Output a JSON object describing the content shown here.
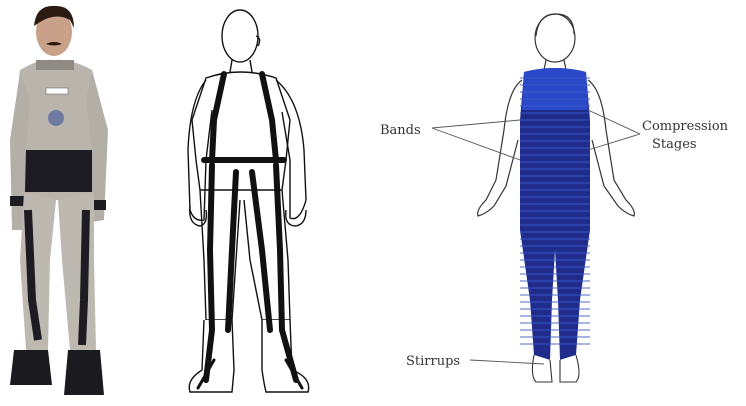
{
  "figure": {
    "panels": [
      {
        "id": "photo-suit",
        "kind": "photograph of person wearing the suit"
      },
      {
        "id": "harness-drawing",
        "kind": "line drawing of harness suit"
      },
      {
        "id": "compression-drawing",
        "kind": "drawing of compression suit"
      }
    ],
    "labels": {
      "bands": "Bands",
      "compression_line1": "Compression",
      "compression_line2": "Stages",
      "stirrups": "Stirrups"
    }
  },
  "colors": {
    "suit_blue": "#1f2c8c",
    "suit_blue_light": "#2a49c8",
    "line": "#111111",
    "background": "#ffffff"
  }
}
